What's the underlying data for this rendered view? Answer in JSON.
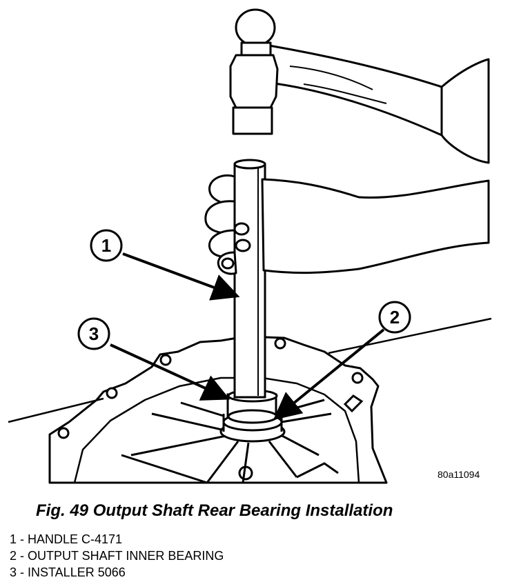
{
  "figure": {
    "callouts": [
      "1",
      "2",
      "3"
    ],
    "code": "80a11094"
  },
  "caption": "Fig. 49 Output Shaft Rear Bearing Installation",
  "legend": [
    "1 - HANDLE C-4171",
    "2 - OUTPUT SHAFT INNER BEARING",
    "3 - INSTALLER 5066"
  ]
}
